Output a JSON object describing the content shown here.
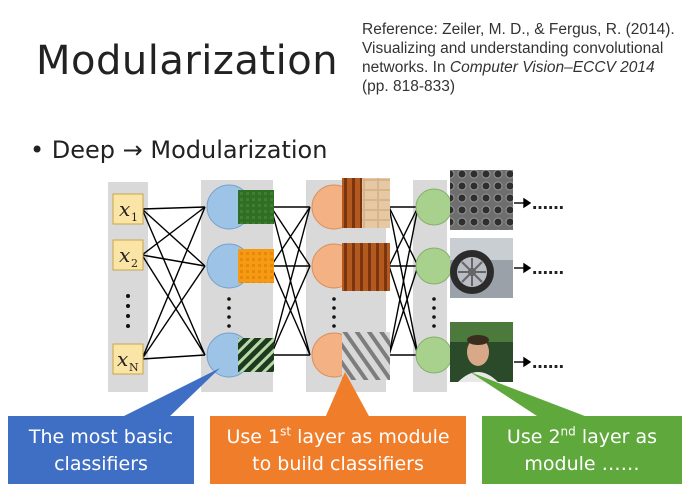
{
  "title": "Modularization",
  "reference": {
    "part1": "Reference: Zeiler, M. D., & Fergus, R. (2014). Visualizing and understanding convolutional networks. In ",
    "italic": "Computer Vision–ECCV 2014",
    "part2": " (pp. 818-833)"
  },
  "bullet": "• Deep → Modularization",
  "inputs": [
    {
      "var": "x",
      "sub": "1"
    },
    {
      "var": "x",
      "sub": "2"
    },
    {
      "var": "x",
      "sub": "N"
    }
  ],
  "ellipsis": "……",
  "callouts": {
    "basic": {
      "line1": "The most basic",
      "line2": "classifiers"
    },
    "first": {
      "pre": "Use 1",
      "sup": "st",
      "post": " layer as module",
      "line2": "to build classifiers"
    },
    "second": {
      "pre": "Use 2",
      "sup": "nd",
      "post": " layer as",
      "line2": "module ……"
    }
  },
  "colors": {
    "layer_bg": "#d9d9d9",
    "input_box": "#fbe5a6",
    "layer1_node": "#9dc3e6",
    "layer2_node": "#f4b183",
    "layer3_node": "#a9d18e",
    "callout_blue": "#3f6fc4",
    "callout_orange": "#f07d2a",
    "callout_green": "#5fa83c"
  }
}
